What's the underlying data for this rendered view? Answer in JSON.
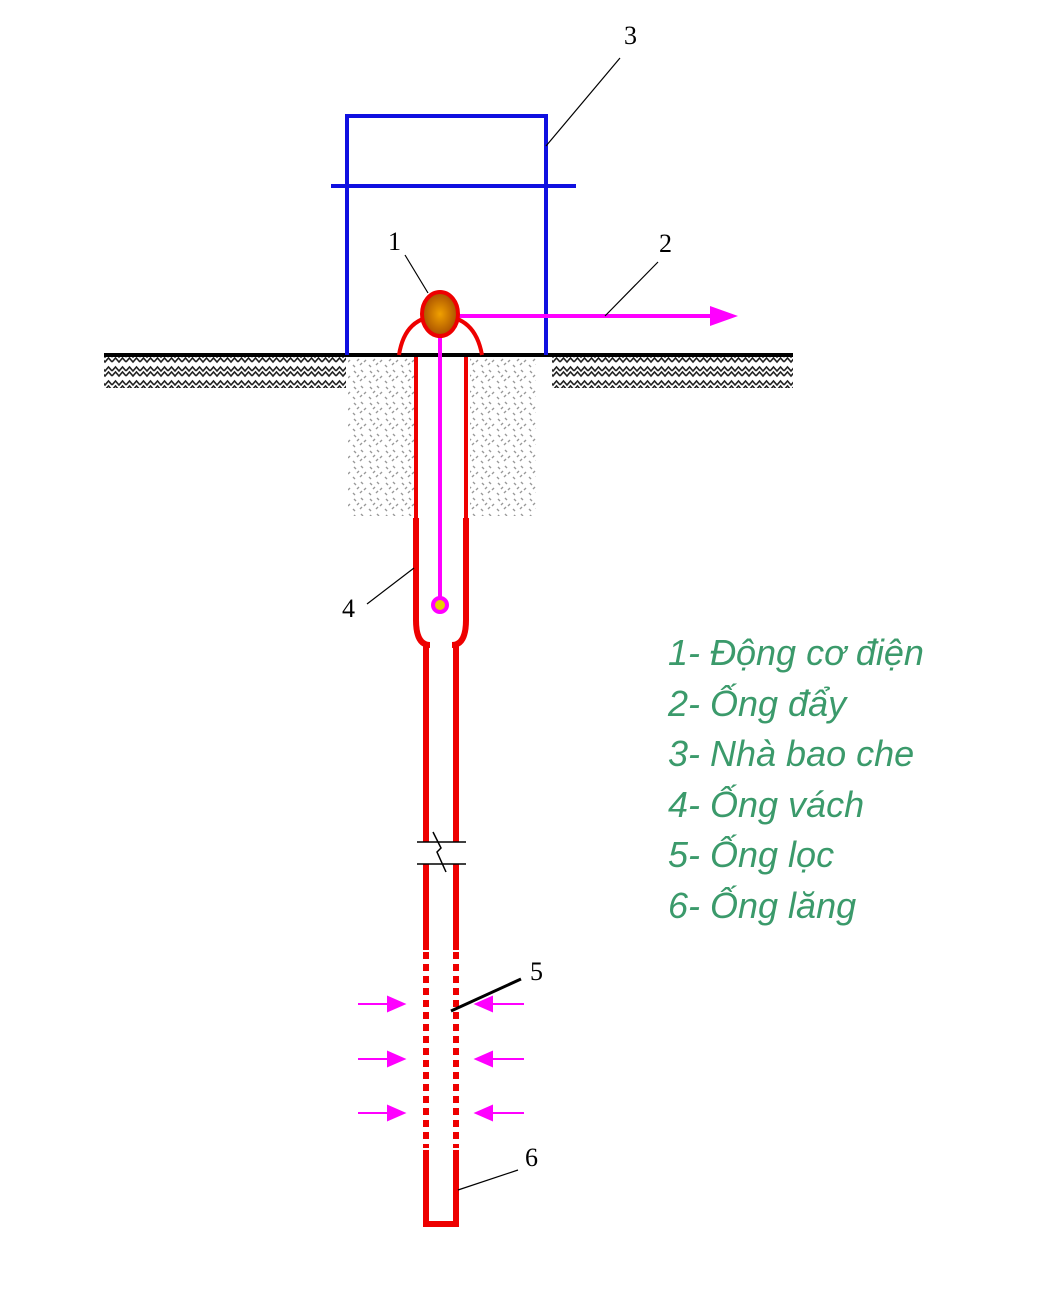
{
  "callouts": {
    "motor": "1",
    "discharge_pipe": "2",
    "shelter": "3",
    "casing": "4",
    "filter": "5",
    "settling_pipe": "6"
  },
  "legend": [
    "1- Động cơ điện",
    "2- Ống đẩy",
    "3- Nhà bao che",
    "4- Ống vách",
    "5- Ống lọc",
    "6- Ống lăng"
  ],
  "colors": {
    "shelter": "#1010e0",
    "pipe": "#ee0000",
    "discharge": "#ff00ff",
    "motor_fill": "#c86800",
    "legend_text": "#3b9a6b"
  }
}
